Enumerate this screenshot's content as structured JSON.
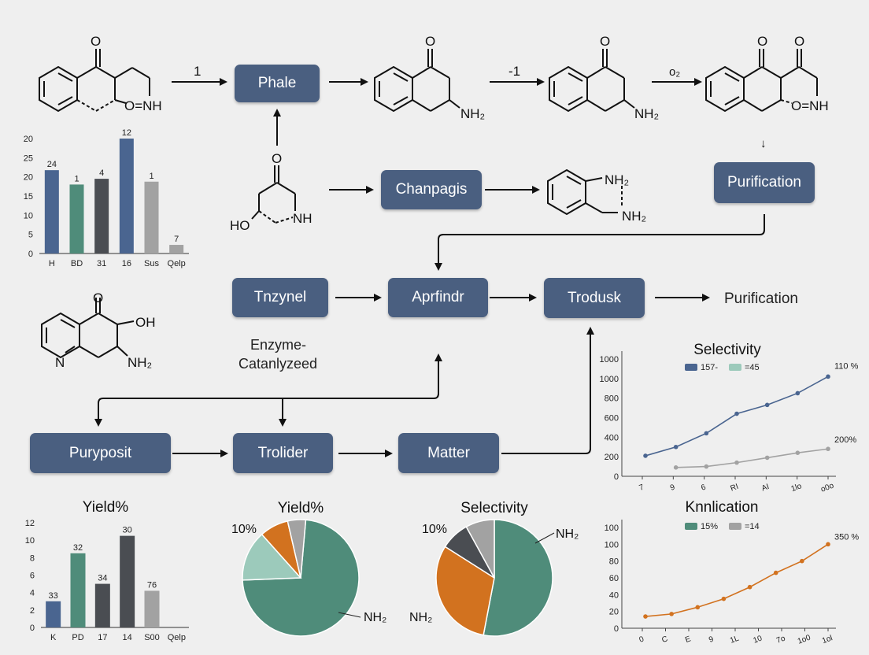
{
  "boxes": {
    "phale": "Phale",
    "chanpagis": "Chanpagis",
    "purification": "Purification",
    "tnzynel": "Tnzynel",
    "aprfindr": "Aprfindr",
    "trodusk": "Trodusk",
    "puryposit": "Puryposit",
    "trolider": "Trolider",
    "matter": "Matter"
  },
  "text": {
    "arrow1_label": "1",
    "arrow2_label": "-1",
    "arrow3_label": "o₂",
    "down_arrow_label": "↓",
    "purification_plain": "Purification",
    "enzyme_line1": "Enzyme-",
    "enzyme_line2": "Catanlyzeed"
  },
  "molecules": {
    "m1_o": "O",
    "m1_nh": "O=NH",
    "m2_o": "O",
    "m2_nh2": "NH₂",
    "m3_o": "O",
    "m3_nh2": "NH₂",
    "m4_o1": "O",
    "m4_o2": "O",
    "m4_nh": "O=NH",
    "m5_o": "O",
    "m5_ho": "HO",
    "m5_nh": "NH",
    "m6_nh2a": "NH₂",
    "m6_nh2b": "NH₂",
    "m7_o": "O",
    "m7_oh": "OH",
    "m7_n": "N",
    "m7_nh2": "NH₂"
  },
  "colors": {
    "box": "#4a5f80",
    "blue": "#4a6590",
    "teal": "#4f8c7a",
    "dark": "#4a4d52",
    "gray": "#a2a2a2",
    "orange": "#d2721f",
    "lightteal": "#9ccabb"
  },
  "chart_data": [
    {
      "type": "bar",
      "yticks": [
        "0",
        "5",
        "10",
        "15",
        "20",
        "25",
        "20"
      ],
      "categories": [
        "H",
        "BD",
        "31",
        "16",
        "Sus",
        "Qelp"
      ],
      "values": [
        14.5,
        12,
        13,
        20,
        12.5,
        1.5
      ],
      "data_labels": [
        "24",
        "1",
        "4",
        "12",
        "1",
        "7"
      ],
      "colors": [
        "#4a6590",
        "#4f8c7a",
        "#4a4d52",
        "#4a6590",
        "#a2a2a2",
        "#a2a2a2"
      ],
      "ylim": [
        0,
        20
      ]
    },
    {
      "type": "bar",
      "title": "Yield%",
      "yticks": [
        "0",
        "2",
        "4",
        "6",
        "8",
        "10",
        "12"
      ],
      "categories": [
        "K",
        "PD",
        "17",
        "14",
        "S00",
        "Qelp"
      ],
      "values": [
        3,
        8.5,
        5,
        10.5,
        4.2,
        0
      ],
      "data_labels": [
        "33",
        "32",
        "34",
        "30",
        "76",
        ""
      ],
      "colors": [
        "#4a6590",
        "#4f8c7a",
        "#4a4d52",
        "#4a4d52",
        "#a2a2a2",
        "#a2a2a2"
      ],
      "ylim": [
        0,
        12
      ]
    },
    {
      "type": "pie",
      "title": "Yield%",
      "slices": [
        {
          "value": 73,
          "color": "#4f8c7a"
        },
        {
          "value": 14,
          "color": "#9ccabb"
        },
        {
          "value": 8,
          "color": "#d2721f"
        },
        {
          "value": 5,
          "color": "#a2a2a2"
        }
      ],
      "labels": [
        "10%",
        "NH₂"
      ]
    },
    {
      "type": "pie",
      "title": "Selectivity",
      "slices": [
        {
          "value": 53,
          "color": "#4f8c7a"
        },
        {
          "value": 31,
          "color": "#d2721f"
        },
        {
          "value": 8,
          "color": "#4a4d52"
        },
        {
          "value": 8,
          "color": "#a2a2a2"
        }
      ],
      "labels": [
        "10%",
        "NH₂",
        "NH₂"
      ]
    },
    {
      "type": "line",
      "title": "Selectivity",
      "legend": [
        "157-",
        "=45"
      ],
      "yticks": [
        "0",
        "200",
        "400",
        "600",
        "800",
        "1000",
        "1000"
      ],
      "xticks": [
        "7",
        "9",
        "6",
        "RI",
        "AI",
        "1lo",
        "o0o"
      ],
      "ylim": [
        0,
        1200
      ],
      "series": [
        {
          "color": "#4a6590",
          "x": [
            0,
            1,
            2,
            3,
            4,
            5,
            6
          ],
          "y": [
            210,
            300,
            440,
            640,
            730,
            850,
            1020
          ],
          "end_label": "110 %"
        },
        {
          "color": "#a2a2a2",
          "x": [
            1,
            2,
            3,
            4,
            5,
            6
          ],
          "y": [
            90,
            100,
            140,
            190,
            240,
            280
          ],
          "end_label": "200%"
        }
      ]
    },
    {
      "type": "line",
      "title": "Knnlication",
      "legend": [
        "15%",
        "=14"
      ],
      "yticks": [
        "0",
        "20",
        "40",
        "60",
        "80",
        "100",
        "100"
      ],
      "xticks": [
        "0",
        "C",
        "E",
        "9",
        "1L",
        "10",
        "7o",
        "1o0",
        "1ol"
      ],
      "ylim": [
        0,
        120
      ],
      "series": [
        {
          "color": "#d2721f",
          "x": [
            0,
            1,
            2,
            3,
            4,
            5,
            6,
            7
          ],
          "y": [
            14,
            17,
            25,
            35,
            49,
            66,
            80,
            100
          ],
          "end_label": "350 %"
        }
      ]
    }
  ]
}
